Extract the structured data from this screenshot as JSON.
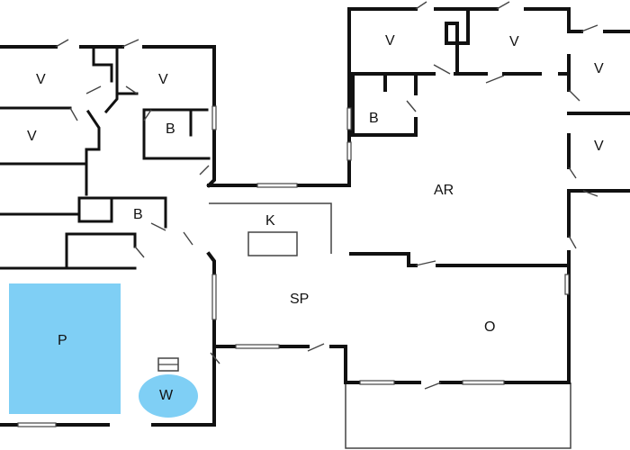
{
  "colors": {
    "wall": "#111111",
    "pool": "#7fcff5",
    "floor": "#ffffff",
    "fixture": "#444444"
  },
  "rooms": {
    "bedroom_1": "V",
    "bedroom_2": "V",
    "bedroom_3": "V",
    "bedroom_4": "V",
    "bedroom_5": "V",
    "bedroom_6": "V",
    "bedroom_7": "V",
    "bathroom_1": "B",
    "bathroom_2": "B",
    "bathroom_3": "B",
    "kitchen": "K",
    "activity_room": "AR",
    "dining": "SP",
    "living": "O",
    "pool": "P",
    "whirlpool": "W"
  }
}
